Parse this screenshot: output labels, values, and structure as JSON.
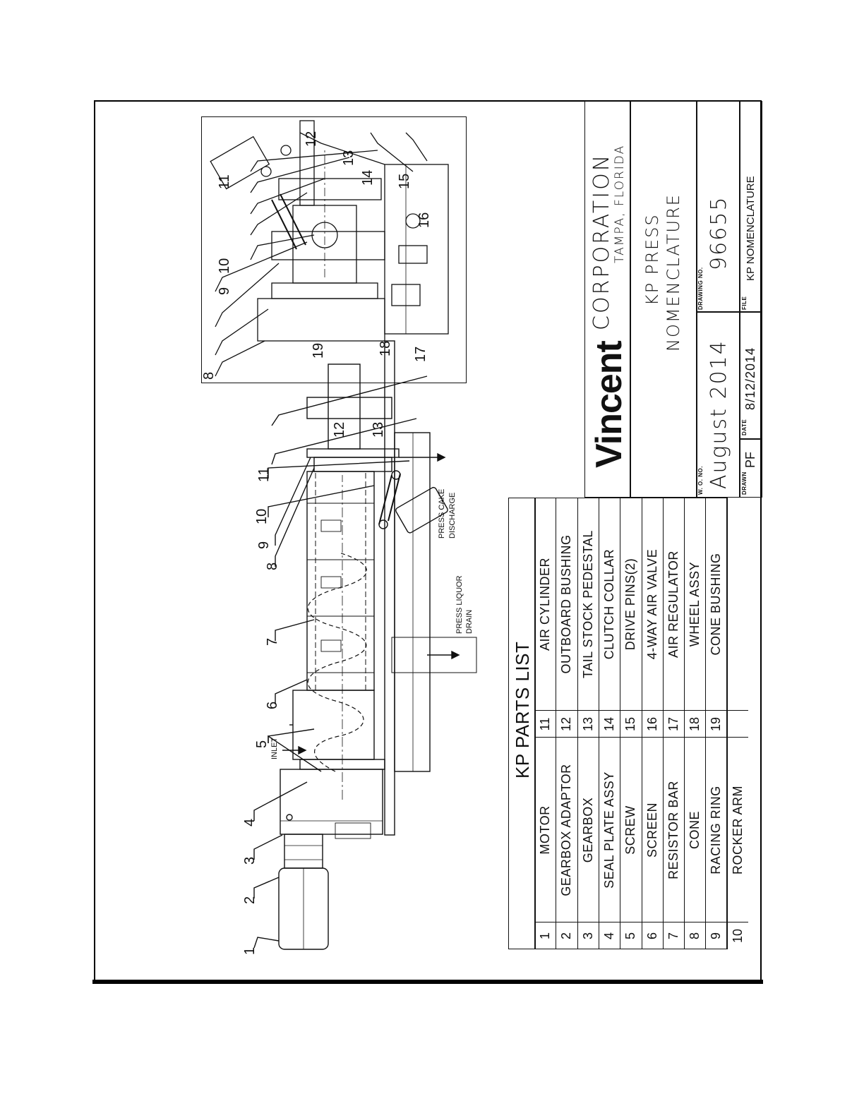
{
  "drawing": {
    "callouts_main": [
      "1",
      "2",
      "3",
      "4",
      "5",
      "6",
      "7",
      "8",
      "9",
      "10",
      "11",
      "12",
      "13"
    ],
    "callouts_inset": [
      "8",
      "9",
      "10",
      "11",
      "12",
      "13",
      "14",
      "15",
      "16",
      "17",
      "18",
      "19"
    ],
    "labels": {
      "inlet": "INLET",
      "press_liquor_line1": "PRESS LIQUOR",
      "press_liquor_line2": "DRAIN",
      "press_cake_line1": "PRESS CAKE",
      "press_cake_line2": "DISCHARGE"
    }
  },
  "parts_list": {
    "title": "KP PARTS LIST",
    "left": [
      {
        "num": "1",
        "name": "MOTOR"
      },
      {
        "num": "2",
        "name": "GEARBOX ADAPTOR"
      },
      {
        "num": "3",
        "name": "GEARBOX"
      },
      {
        "num": "4",
        "name": "SEAL PLATE ASSY"
      },
      {
        "num": "5",
        "name": "SCREW"
      },
      {
        "num": "6",
        "name": "SCREEN"
      },
      {
        "num": "7",
        "name": "RESISTOR BAR"
      },
      {
        "num": "8",
        "name": "CONE"
      },
      {
        "num": "9",
        "name": "RACING RING"
      },
      {
        "num": "10",
        "name": "ROCKER ARM"
      }
    ],
    "right": [
      {
        "num": "11",
        "name": "AIR CYLINDER"
      },
      {
        "num": "12",
        "name": "OUTBOARD BUSHING"
      },
      {
        "num": "13",
        "name": "TAIL STOCK PEDESTAL"
      },
      {
        "num": "14",
        "name": "CLUTCH COLLAR"
      },
      {
        "num": "15",
        "name": "DRIVE PINS(2)"
      },
      {
        "num": "16",
        "name": "4-WAY AIR VALVE"
      },
      {
        "num": "17",
        "name": "AIR REGULATOR"
      },
      {
        "num": "18",
        "name": "WHEEL ASSY"
      },
      {
        "num": "19",
        "name": "CONE BUSHING"
      },
      {
        "num": "",
        "name": ""
      }
    ]
  },
  "title_block": {
    "company_logo": "Vincent",
    "company_name": "CORPORATION",
    "company_location": "TAMPA, FLORIDA",
    "drawing_title_line1": "KP PRESS",
    "drawing_title_line2": "NOMENCLATURE",
    "wo_label": "W. O. NO.",
    "wo_value": "August 2014",
    "drawing_no_label": "DRAWING NO.",
    "drawing_no_value": "96655",
    "drawn_label": "DRAWN",
    "drawn_value": "PF",
    "date_label": "DATE",
    "date_value": "8/12/2014",
    "file_label": "FILE",
    "file_value": "KP NOMENCLATURE"
  }
}
